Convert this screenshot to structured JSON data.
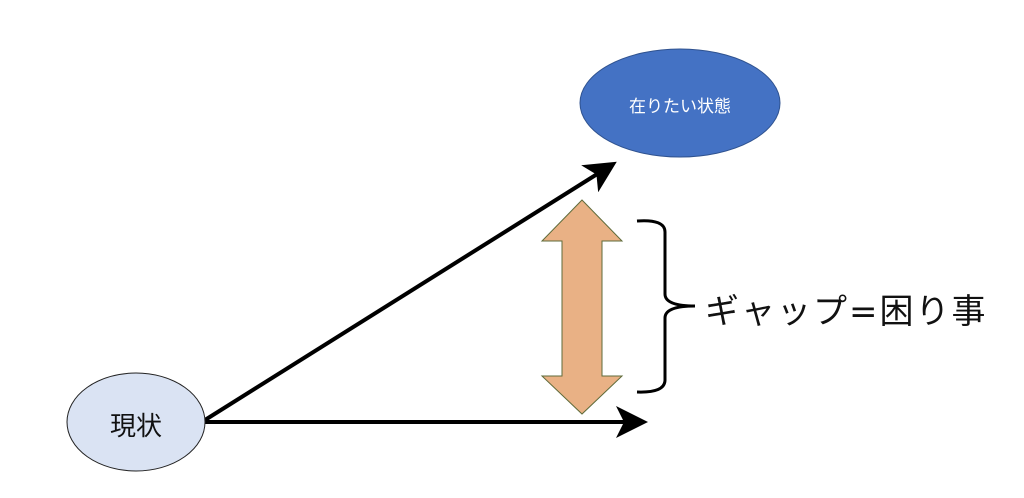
{
  "nodes": {
    "current": {
      "label": "現状",
      "fill": "#dae3f3"
    },
    "target": {
      "label": "在りたい状態",
      "fill": "#4472c4"
    }
  },
  "gap": {
    "label": "ギャップ=困り事",
    "arrow_fill": "#e9b185",
    "arrow_stroke": "#5f6b3a"
  }
}
